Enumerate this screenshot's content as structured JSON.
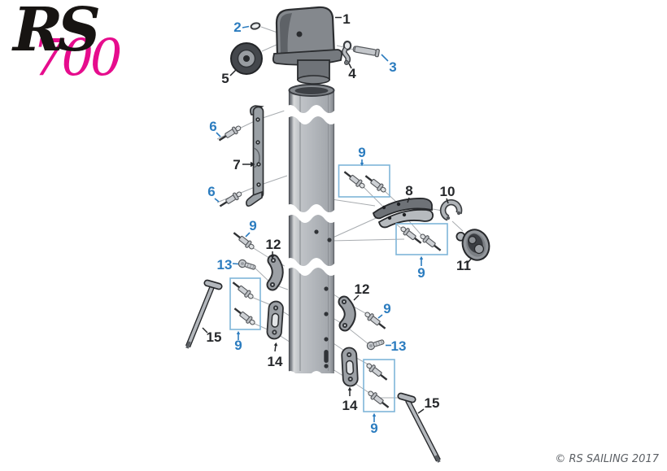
{
  "logo": {
    "brand": "RS",
    "model": "700",
    "brand_color": "#171412",
    "model_color": "#e60c8d"
  },
  "footer": {
    "copyright": "© RS SAILING 2017"
  },
  "palette": {
    "callout_blue": "#2b7cbf",
    "callout_black": "#26282b",
    "callout_box_blue": "#7fb5d9",
    "part_gray": "#9ca0a5",
    "part_dark_gray": "#6e7277",
    "tube_gray": "#b2b6bb",
    "leader_gray": "#a8acb0"
  },
  "parts": {
    "p1": {
      "label": "1"
    },
    "p2": {
      "label": "2"
    },
    "p3": {
      "label": "3"
    },
    "p4": {
      "label": "4"
    },
    "p5": {
      "label": "5"
    },
    "p6": {
      "label": "6"
    },
    "p7": {
      "label": "7"
    },
    "p8": {
      "label": "8"
    },
    "p9": {
      "label": "9"
    },
    "p10": {
      "label": "10"
    },
    "p11": {
      "label": "11"
    },
    "p12": {
      "label": "12"
    },
    "p13": {
      "label": "13"
    },
    "p14": {
      "label": "14"
    },
    "p15": {
      "label": "15"
    }
  }
}
